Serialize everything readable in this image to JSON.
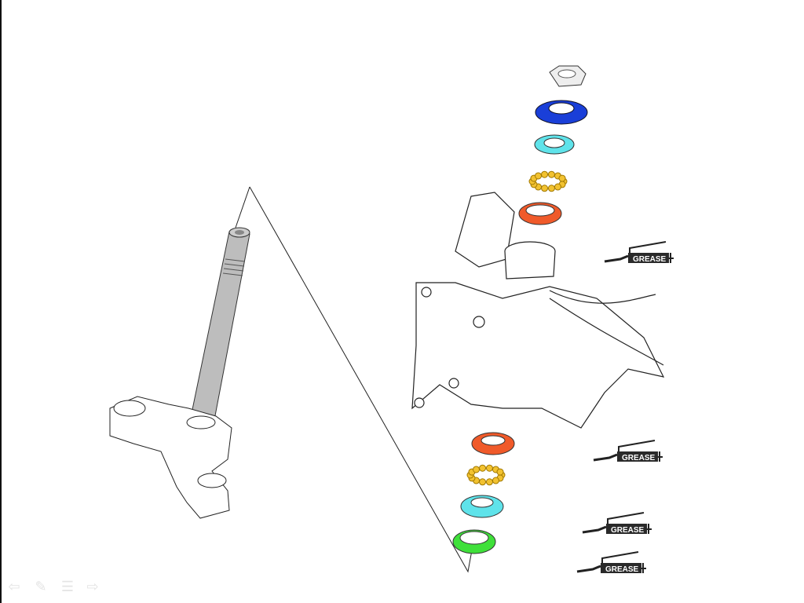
{
  "slide": {
    "grease_label": "GREASE",
    "parts": [
      {
        "name": "steering-stem-nut",
        "color": "#e8e8e8"
      },
      {
        "name": "adjusting-locknut",
        "color": "#1a3fd8"
      },
      {
        "name": "upper-inner-race",
        "color": "#5fe3ea"
      },
      {
        "name": "upper-steel-balls",
        "color": "#f2c230"
      },
      {
        "name": "upper-outer-race",
        "color": "#f05a2a"
      },
      {
        "name": "lower-outer-race",
        "color": "#f05a2a"
      },
      {
        "name": "lower-steel-balls",
        "color": "#f2c230"
      },
      {
        "name": "lower-inner-race",
        "color": "#5fe3ea"
      },
      {
        "name": "dust-seal",
        "color": "#3fe03a"
      }
    ]
  },
  "nav": {
    "prev": "⇦",
    "pen": "✎",
    "menu": "☰",
    "next": "⇨"
  }
}
